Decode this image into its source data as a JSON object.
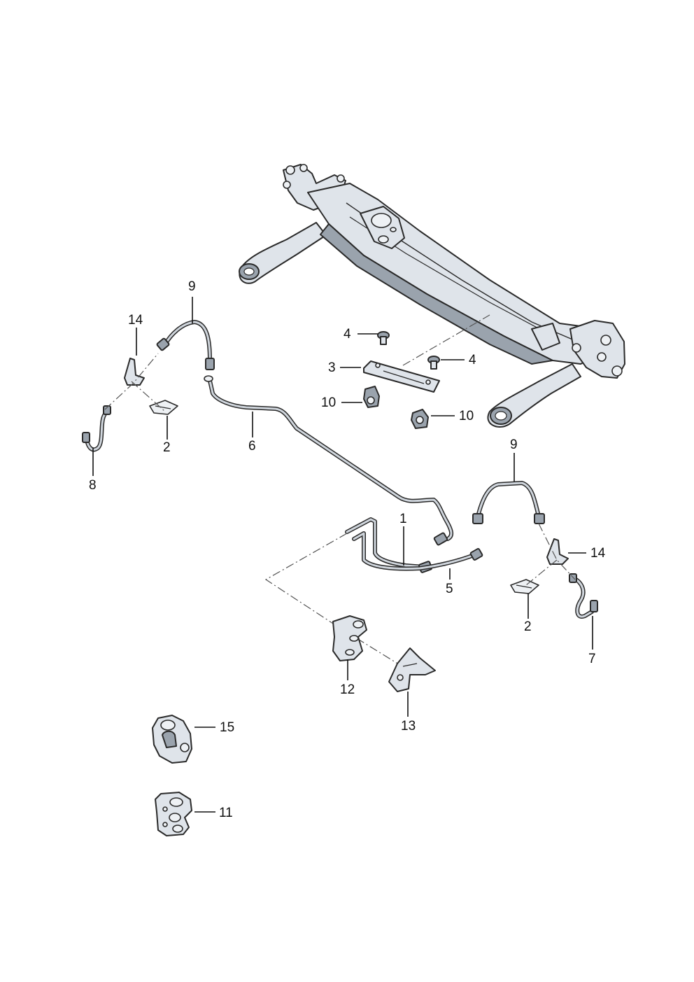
{
  "callouts": {
    "c1": "1",
    "c2_left": "2",
    "c2_right": "2",
    "c3": "3",
    "c4_left": "4",
    "c4_right": "4",
    "c5": "5",
    "c6": "6",
    "c7": "7",
    "c8": "8",
    "c9_left": "9",
    "c9_right": "9",
    "c10_left": "10",
    "c10_right": "10",
    "c11": "11",
    "c12": "12",
    "c13": "13",
    "c14_left": "14",
    "c14_right": "14",
    "c15": "15"
  },
  "colors": {
    "background": "#ffffff",
    "metal": "#dfe4ea",
    "shadow": "#9aa3ad",
    "outline": "#2a2a2a",
    "label": "#111111"
  }
}
